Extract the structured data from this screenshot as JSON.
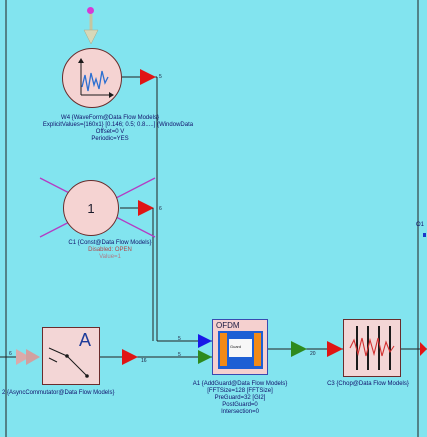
{
  "canvas": {
    "background": "#82e4ef",
    "wire_color": "#1d1d1d",
    "arrow_red": "#e01414",
    "arrow_blue": "#1818e8",
    "arrow_green": "#2e8a1e"
  },
  "blocks": {
    "waveform": {
      "title": "W4 {WaveForm@Data Flow Models}",
      "param1": "ExplicitValues={160x1} [0.146; 0.5; 0.8...",
      "param1_suffix": "..] {WindowData",
      "param2": "Offset=0 V",
      "param3": "Periodic=YES",
      "out_pin": "5"
    },
    "const": {
      "title": "C1 {Const@Data Flow Models}",
      "status": "Disabled: OPEN",
      "param1": "Value=1",
      "symbol": "1",
      "out_pin": "6"
    },
    "async": {
      "title": "2 {AsyncCommutator@Data Flow Models}",
      "symbol": "A",
      "in_pin": "6",
      "out_pin": "16"
    },
    "ofdm": {
      "header": "OFDM",
      "inner": "Guard",
      "title": "A1 {AddGuard@Data Flow Models}",
      "param1": "[FFTSize=128 [FFTSize]",
      "param2": "PreGuard=32 [GI2]",
      "param3": "PostGuard=0",
      "param4": "Intersection=0",
      "in_pin_top": "5",
      "in_pin_bottom": "5",
      "out_pin": "20"
    },
    "chop": {
      "title": "C3 {Chop@Data Flow Models}"
    },
    "offscreen": {
      "label": "O1"
    }
  }
}
